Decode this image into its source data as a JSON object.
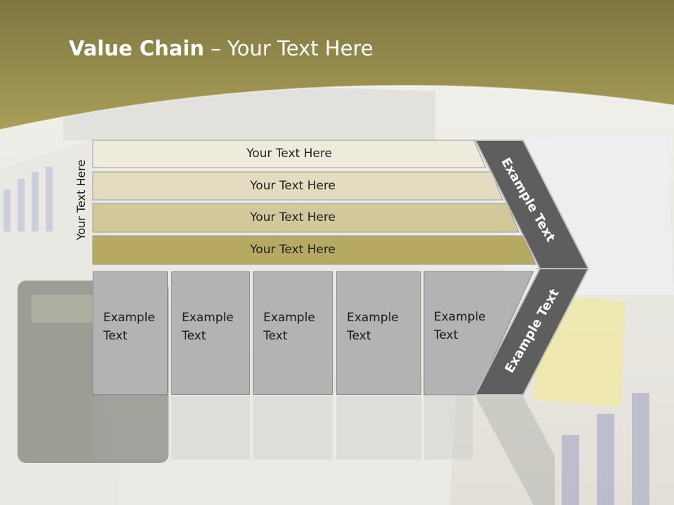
{
  "title": {
    "bold": "Value Chain",
    "rest": " – Your Text Here"
  },
  "side_label": "Your Text Here",
  "bars": [
    {
      "label": "Your Text Here",
      "color": "#efebdc"
    },
    {
      "label": "Your Text Here",
      "color": "#e3dcc0"
    },
    {
      "label": "Your Text Here",
      "color": "#d2c99a"
    },
    {
      "label": "Your Text Here",
      "color": "#b6aa62"
    }
  ],
  "columns": [
    {
      "line1": "Example",
      "line2": "Text"
    },
    {
      "line1": "Example",
      "line2": "Text"
    },
    {
      "line1": "Example",
      "line2": "Text"
    },
    {
      "line1": "Example",
      "line2": "Text"
    },
    {
      "line1": "Example",
      "line2": "Text"
    }
  ],
  "chevron_top_label": "Example Text",
  "chevron_bottom_label": "Example Text",
  "colors": {
    "header": "#8c8447",
    "chevron": "#5e5e5e",
    "column": "#b3b3b3"
  }
}
